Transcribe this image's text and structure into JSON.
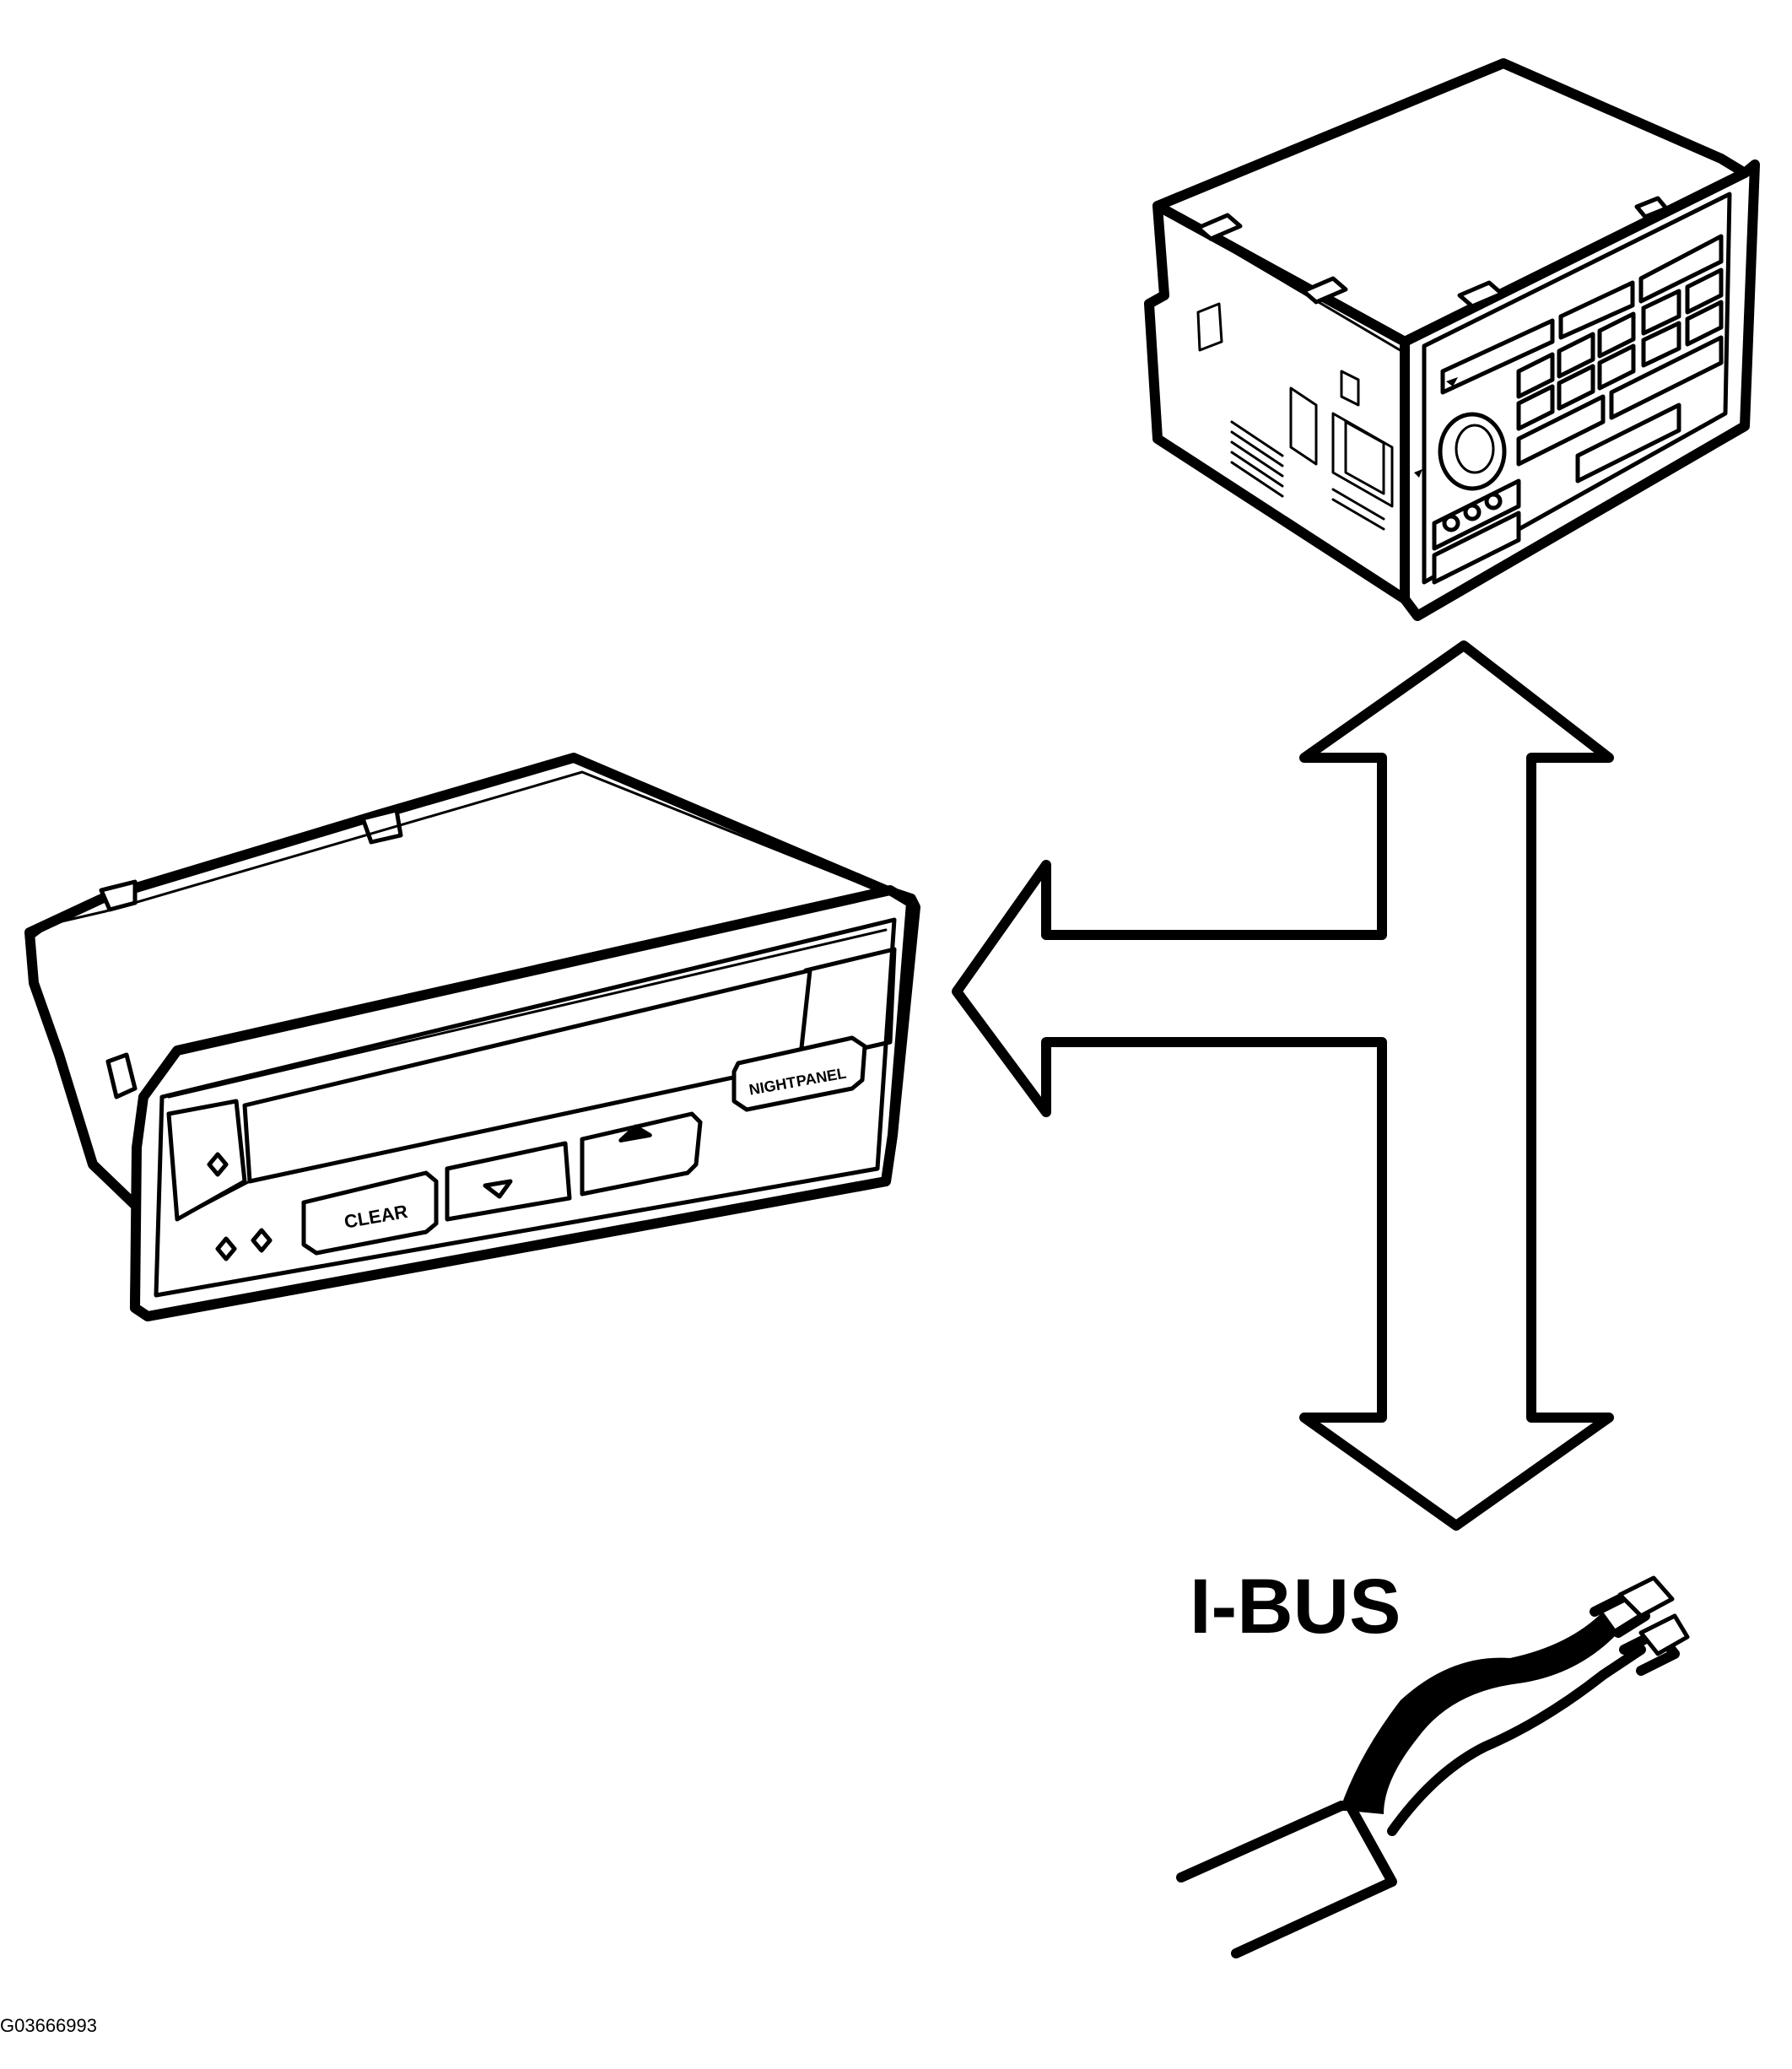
{
  "labels": {
    "bus": "I-BUS",
    "figure_code": "G03666993"
  },
  "driver_info_center": {
    "buttons": {
      "clear": "CLEAR",
      "night_panel_part1": "NIGHT",
      "night_panel_part2": "PANEL"
    }
  },
  "colors": {
    "line": "#000000",
    "background": "#ffffff"
  },
  "icons": {
    "radio": "radio-head-unit-icon",
    "display": "driver-information-display-icon",
    "arrow": "double-headed-tee-arrow-icon",
    "connector": "bus-wire-connector-icon"
  }
}
